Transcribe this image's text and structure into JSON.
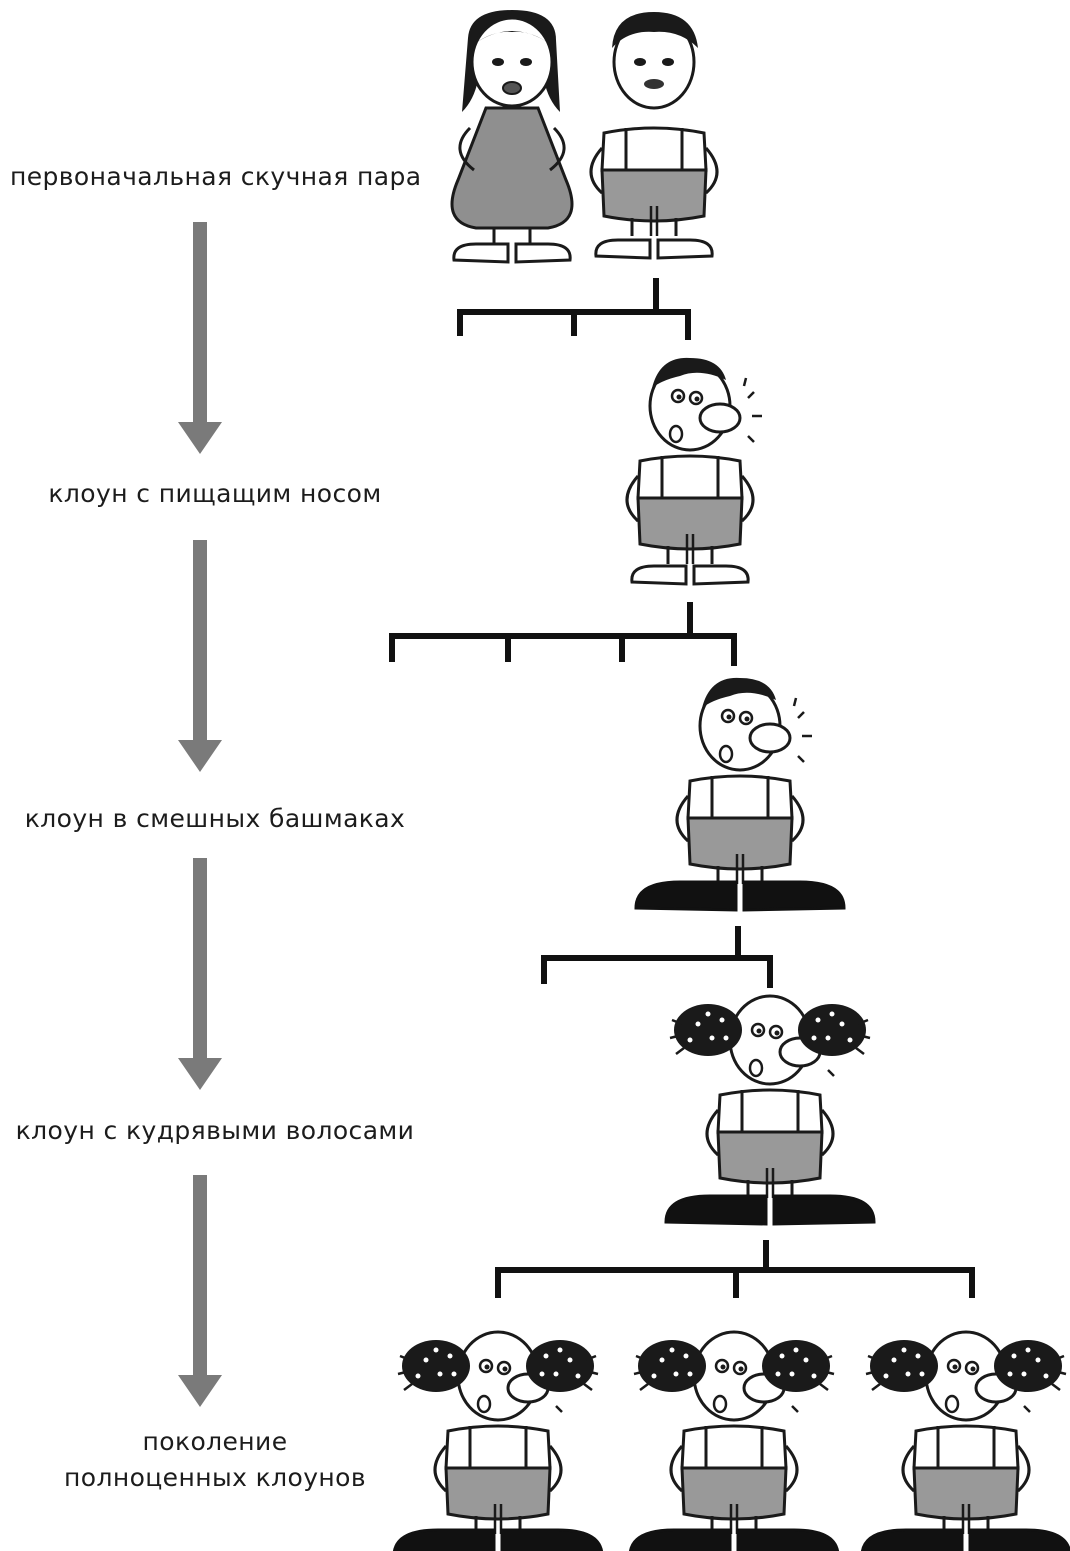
{
  "stages": [
    {
      "id": "original-pair",
      "label": "первоначальная скучная пара"
    },
    {
      "id": "squeaky-nose",
      "label": "клоун с пищащим носом"
    },
    {
      "id": "funny-shoes",
      "label": "клоун в смешных башмаках"
    },
    {
      "id": "curly-hair",
      "label": "клоун с кудрявыми волосами"
    },
    {
      "id": "full-clowns",
      "label_line1": "поколение",
      "label_line2": "полноценных клоунов"
    }
  ],
  "colors": {
    "arrow": "#7a7a7a",
    "outline": "#1a1a1a",
    "dress": "#8f8f8f",
    "pants": "#999999",
    "shoe": "#111111",
    "background": "#ffffff"
  },
  "icons": [
    "girl-figure",
    "boy-figure",
    "clown-figure",
    "down-arrow-icon",
    "family-tree-bracket"
  ]
}
